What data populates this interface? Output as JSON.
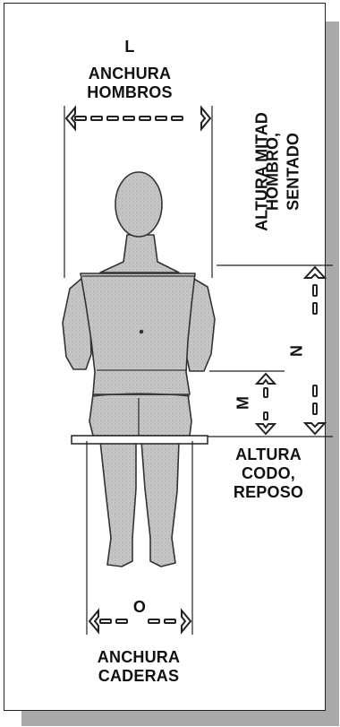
{
  "figure": {
    "shoulder_width": {
      "letter": "L",
      "line1": "ANCHURA",
      "line2": "HOMBROS"
    },
    "mid_shoulder_height": {
      "line1": "ALTURA MITAD",
      "line2": "HOMBRO,",
      "line3": "SENTADO",
      "letter": "N"
    },
    "elbow_rest_height": {
      "letter": "M",
      "line1": "ALTURA",
      "line2": "CODO,",
      "line3": "REPOSO"
    },
    "hip_width": {
      "letter": "O",
      "line1": "ANCHURA",
      "line2": "CADERAS"
    }
  },
  "colors": {
    "figure_fill": "#c4c4c4",
    "figure_stroke": "#333333",
    "ink": "#111111",
    "shadow": "#a9a9a9"
  }
}
